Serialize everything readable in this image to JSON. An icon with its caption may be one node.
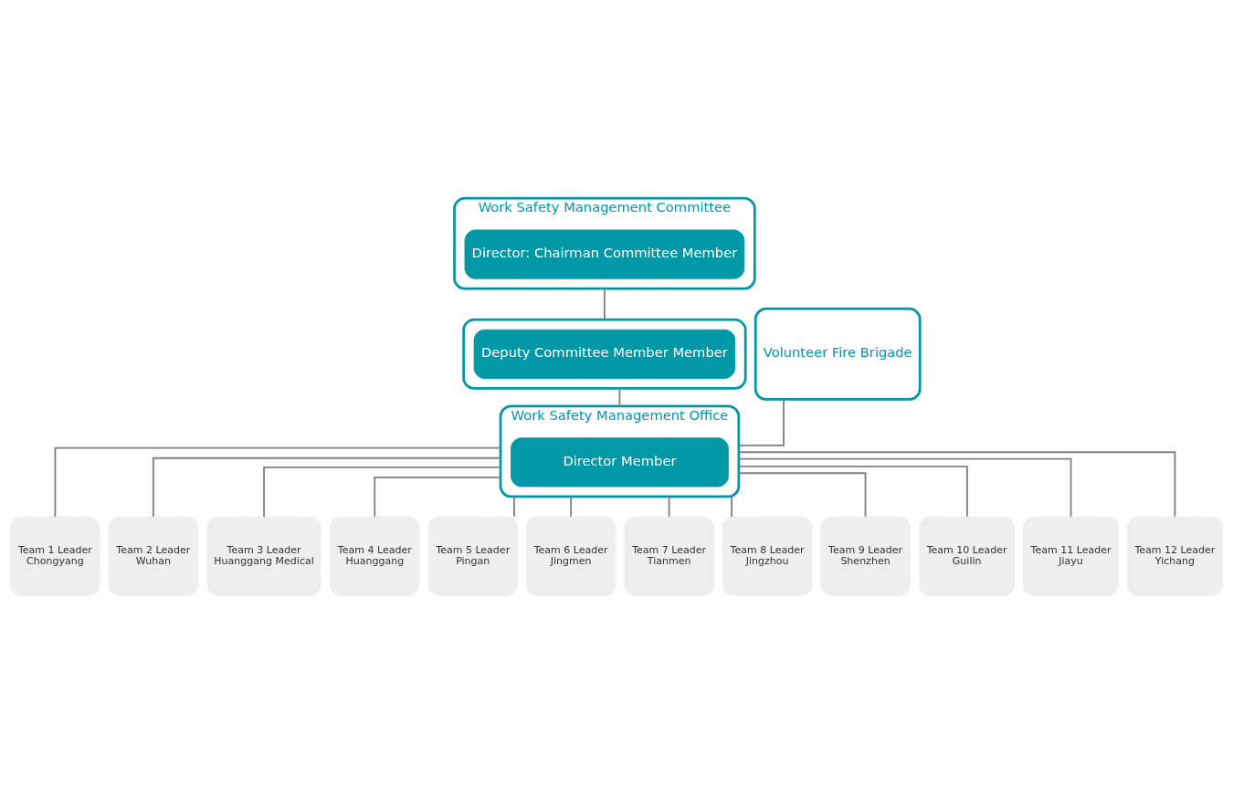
{
  "diagram": {
    "nodes": [
      {
        "text": [
          "Work Safety Management Committee"
        ]
      },
      {
        "text": [
          "Director: Chairman Committee Member"
        ],
        "in": 0
      },
      {
        "text": [],
        "shape": "box"
      },
      {
        "text": [
          "Deputy Committee Member Member"
        ],
        "in": 2
      },
      {
        "text": [
          "Volunteer Fire Brigade"
        ]
      },
      {
        "text": [
          "Work Safety Management Office"
        ]
      },
      {
        "text": [
          "Director Member"
        ],
        "in": 5
      },
      {
        "text": [
          "Team 1 Leader",
          "Chongyang"
        ]
      },
      {
        "text": [
          "Team 2 Leader",
          "Wuhan"
        ]
      },
      {
        "text": [
          "Team 3 Leader",
          "Huanggang Medical"
        ]
      },
      {
        "text": [
          "Team 4 Leader",
          "Huanggang"
        ]
      },
      {
        "text": [
          "Team 5 Leader",
          "Pingan"
        ]
      },
      {
        "text": [
          "Team 6 Leader",
          "Jingmen"
        ]
      },
      {
        "text": [
          "Team 7 Leader",
          "Tianmen"
        ]
      },
      {
        "text": [
          "Team 8 Leader",
          "Jingzhou"
        ]
      },
      {
        "text": [
          "Team 9 Leader",
          "Shenzhen"
        ]
      },
      {
        "text": [
          "Team 10 Leader",
          "Guilin"
        ]
      },
      {
        "text": [
          "Team 11 Leader",
          "Jiayu"
        ]
      },
      {
        "text": [
          "Team 12 Leader",
          "Yichang"
        ]
      }
    ],
    "edges": [
      {
        "from": 0,
        "to": 2,
        "arrow": "none"
      },
      {
        "from": 2,
        "to": 5,
        "arrow": "none"
      },
      {
        "from": 4,
        "to": 5,
        "arrow": "none"
      },
      {
        "from": 5,
        "to": 7,
        "arrow": "none"
      },
      {
        "from": 5,
        "to": 8,
        "arrow": "none"
      },
      {
        "from": 5,
        "to": 9,
        "arrow": "none"
      },
      {
        "from": 5,
        "to": 10,
        "arrow": "none"
      },
      {
        "from": 5,
        "to": 11,
        "arrow": "none"
      },
      {
        "from": 5,
        "to": 12,
        "arrow": "none"
      },
      {
        "from": 5,
        "to": 13,
        "arrow": "none"
      },
      {
        "from": 5,
        "to": 14,
        "arrow": "none"
      },
      {
        "from": 5,
        "to": 15,
        "arrow": "none"
      },
      {
        "from": 5,
        "to": 16,
        "arrow": "none"
      },
      {
        "from": 5,
        "to": 17,
        "arrow": "none"
      },
      {
        "from": 5,
        "to": 18,
        "arrow": "none"
      }
    ]
  }
}
